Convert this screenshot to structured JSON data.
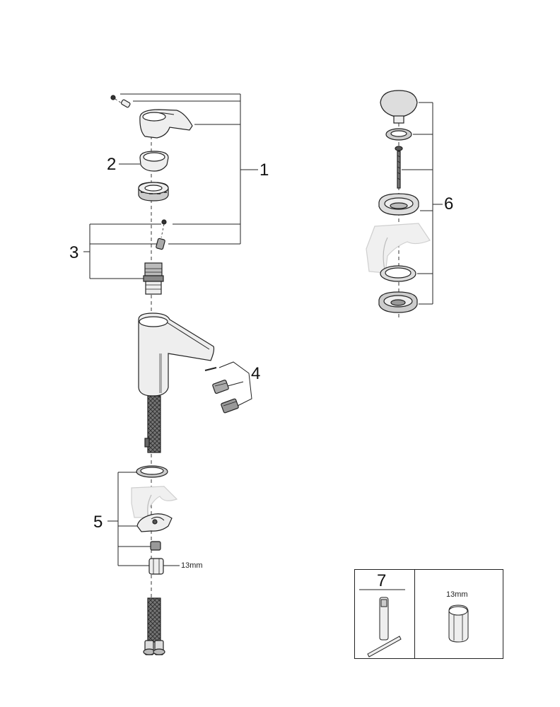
{
  "labels": {
    "part1": "1",
    "part2": "2",
    "part3": "3",
    "part4": "4",
    "part5": "5",
    "part6": "6",
    "part7": "7"
  },
  "wrench_size_text": "13mm",
  "tool_box_wrench_size_text": "13mm",
  "colors": {
    "line": "#222222",
    "part_fill": "#eeeeee",
    "part_shade": "#cfcfcf",
    "hose_braid": "#555555",
    "ghost": "#dcdcdc"
  }
}
